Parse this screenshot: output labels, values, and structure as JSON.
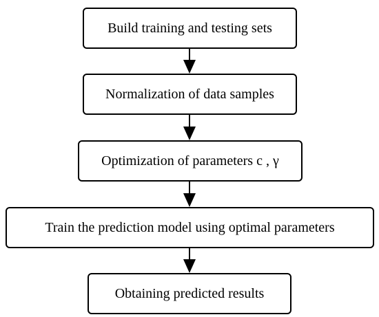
{
  "steps": [
    {
      "label": "Build training and testing sets"
    },
    {
      "label": "Normalization of data samples"
    },
    {
      "label": "Optimization of parameters c , γ"
    },
    {
      "label": "Train the prediction model using optimal parameters"
    },
    {
      "label": "Obtaining predicted results"
    }
  ],
  "colors": {
    "stroke": "#000000",
    "background": "#ffffff"
  }
}
